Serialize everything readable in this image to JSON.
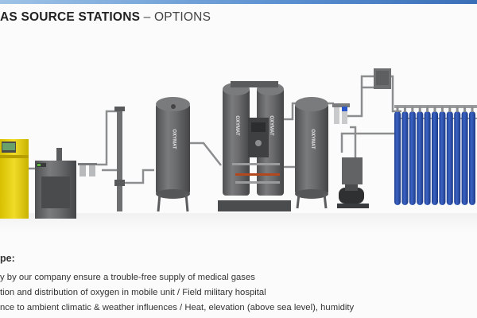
{
  "header": {
    "title_bold": "AS SOURCE STATIONS",
    "title_rest": " – OPTIONS"
  },
  "equipment": {
    "brand_label": "OXYMAT",
    "icons": [
      "air-compressor-icon",
      "air-dryer-icon",
      "filter-tower-icon",
      "air-tank-icon",
      "oxygen-generator-icon",
      "oxygen-tank-icon",
      "booster-compressor-icon",
      "cylinder-bank-icon"
    ]
  },
  "scope": {
    "heading": "pe:",
    "bullets": [
      "y by our company ensure a trouble-free supply of medical gases",
      "tion and distribution of oxygen in mobile unit / Field military hospital",
      "nce to ambient climatic & weather influences / Heat, elevation (above sea level), humidity"
    ]
  },
  "colors": {
    "accent_bar": "#3a6fb8",
    "tank_gray": "#6d6e70",
    "compressor_yellow": "#e8d21a",
    "cylinder_blue": "#2f56b0"
  }
}
